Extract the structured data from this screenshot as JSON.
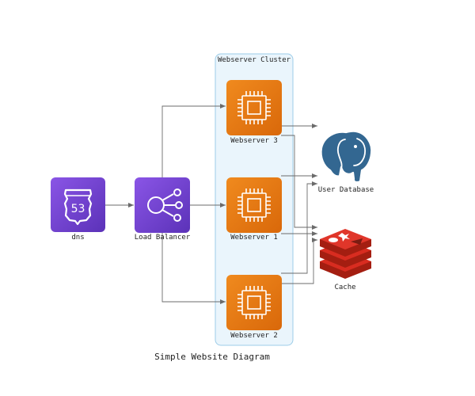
{
  "diagram": {
    "title": "Simple Website Diagram",
    "cluster": {
      "label": "Webserver Cluster",
      "fill": "#eaf5fc",
      "stroke": "#9ccce8"
    },
    "nodes": {
      "dns": {
        "label": "dns",
        "shield_text": "53",
        "icon": "route53-icon",
        "color": "#7847d6"
      },
      "load_balancer": {
        "label": "Load Balancer",
        "icon": "elb-icon",
        "color": "#7847d6"
      },
      "webserver_3": {
        "label": "Webserver 3",
        "icon": "ec2-icon",
        "color": "#e8770f"
      },
      "webserver_1": {
        "label": "Webserver 1",
        "icon": "ec2-icon",
        "color": "#e8770f"
      },
      "webserver_2": {
        "label": "Webserver 2",
        "icon": "ec2-icon",
        "color": "#e8770f"
      },
      "user_database": {
        "label": "User Database",
        "icon": "postgresql-icon",
        "color": "#336791"
      },
      "cache": {
        "label": "Cache",
        "icon": "redis-icon",
        "color": "#d82c20"
      }
    },
    "edges": [
      {
        "from": "dns",
        "to": "load_balancer"
      },
      {
        "from": "load_balancer",
        "to": "webserver_3"
      },
      {
        "from": "load_balancer",
        "to": "webserver_1"
      },
      {
        "from": "load_balancer",
        "to": "webserver_2"
      },
      {
        "from": "webserver_3",
        "to": "user_database"
      },
      {
        "from": "webserver_3",
        "to": "cache"
      },
      {
        "from": "webserver_1",
        "to": "user_database"
      },
      {
        "from": "webserver_1",
        "to": "cache"
      },
      {
        "from": "webserver_2",
        "to": "user_database"
      },
      {
        "from": "webserver_2",
        "to": "cache"
      }
    ]
  }
}
